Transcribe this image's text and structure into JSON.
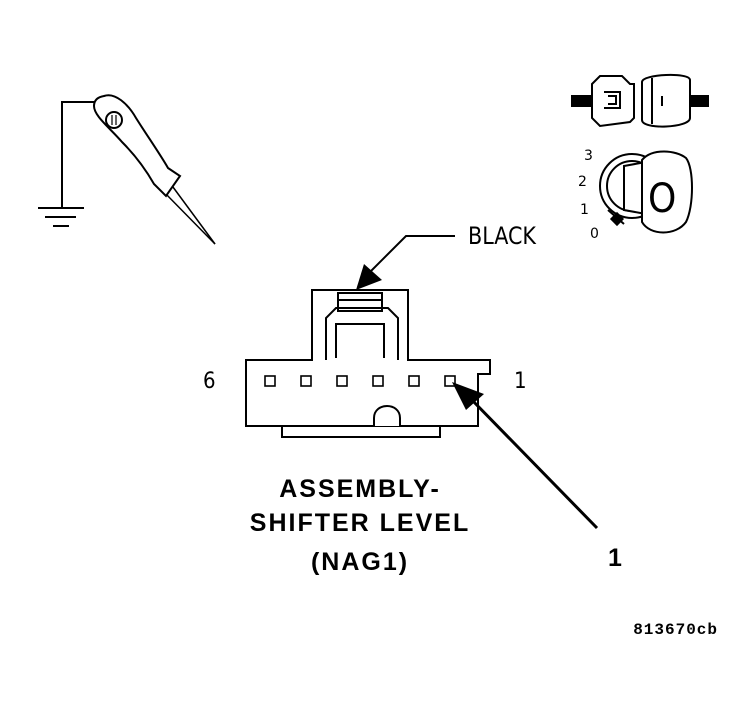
{
  "labels": {
    "wire_color": "BLACK",
    "pin_left": "6",
    "pin_right": "1",
    "callout_number": "1",
    "component_line1": "ASSEMBLY-",
    "component_line2": "SHIFTER LEVEL",
    "component_line3": "(NAG1)",
    "figure_code": "813670cb",
    "ignition_positions": [
      "3",
      "2",
      "1",
      "0"
    ],
    "ignition_key_mark": "O"
  },
  "icons": {
    "ground": "ground-symbol-icon",
    "probe": "test-probe-icon",
    "disconnect": "disconnect-connector-icon",
    "ignition": "ignition-key-icon"
  }
}
